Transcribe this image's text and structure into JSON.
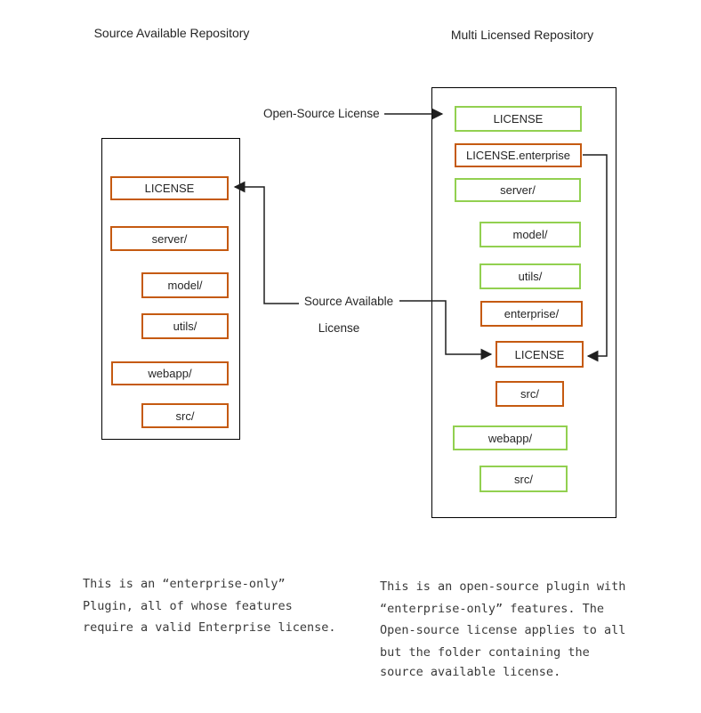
{
  "diagram": {
    "left_repo": {
      "title": "Source Available Repository",
      "items": [
        {
          "label": "LICENSE",
          "license": "source-available"
        },
        {
          "label": "server/",
          "license": "source-available"
        },
        {
          "label": "model/",
          "license": "source-available"
        },
        {
          "label": "utils/",
          "license": "source-available"
        },
        {
          "label": "webapp/",
          "license": "source-available"
        },
        {
          "label": "src/",
          "license": "source-available"
        }
      ]
    },
    "right_repo": {
      "title": "Multi Licensed Repository",
      "items": [
        {
          "label": "LICENSE",
          "license": "open-source"
        },
        {
          "label": "LICENSE.enterprise",
          "license": "source-available"
        },
        {
          "label": "server/",
          "license": "open-source"
        },
        {
          "label": "model/",
          "license": "open-source"
        },
        {
          "label": "utils/",
          "license": "open-source"
        },
        {
          "label": "enterprise/",
          "license": "source-available"
        },
        {
          "label": "LICENSE",
          "license": "source-available"
        },
        {
          "label": "src/",
          "license": "source-available"
        },
        {
          "label": "webapp/",
          "license": "open-source"
        },
        {
          "label": "src/",
          "license": "open-source"
        }
      ]
    },
    "connector_labels": {
      "open_source": "Open-Source License",
      "source_available_line1": "Source Available",
      "source_available_line2": "License"
    }
  },
  "captions": {
    "left": [
      "This is an “enterprise-only”",
      "Plugin, all of whose features",
      "require a valid Enterprise license."
    ],
    "right": [
      "This is an open-source plugin with",
      "“enterprise-only” features. The",
      "Open-source license applies to all",
      "but the folder containing the",
      "source available license."
    ]
  },
  "colors": {
    "open_source_green": "#92D050",
    "source_available_orange": "#C55A11",
    "outline_black": "#000000",
    "line": "#1f1f1f",
    "text": "#262626"
  }
}
